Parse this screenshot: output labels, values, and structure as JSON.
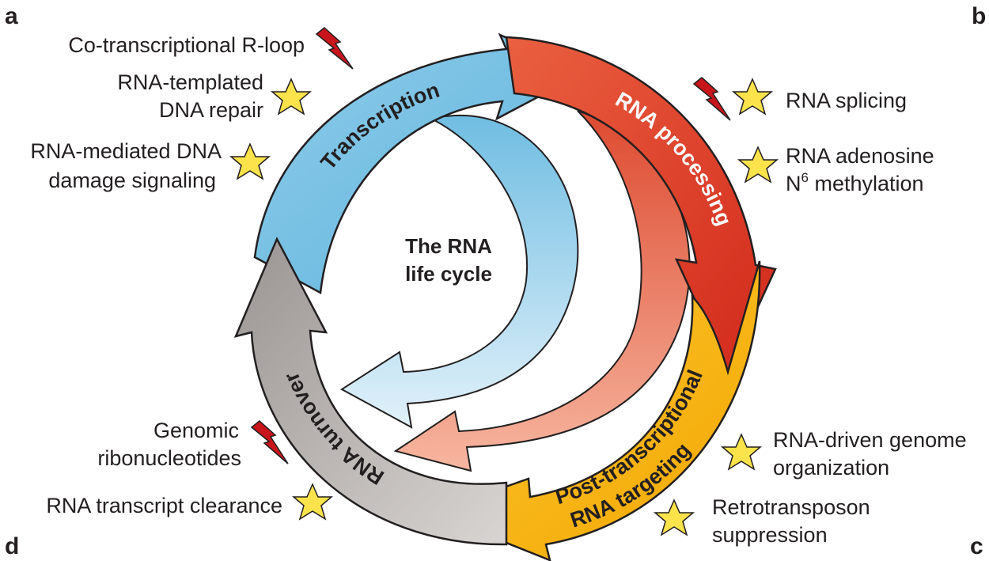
{
  "panels": {
    "a": "a",
    "b": "b",
    "c": "c",
    "d": "d"
  },
  "center_title": [
    "The RNA",
    "life cycle"
  ],
  "stages": {
    "transcription": "Transcription",
    "processing": "RNA processing",
    "targeting": [
      "Post-transcriptional",
      "RNA targeting"
    ],
    "turnover": "RNA turnover"
  },
  "annotations": {
    "a": [
      {
        "icon": "lightning-icon",
        "lines": [
          "Co-transcriptional R-loop"
        ]
      },
      {
        "icon": "star-icon",
        "lines": [
          "RNA-templated",
          "DNA repair"
        ]
      },
      {
        "icon": "star-icon",
        "lines": [
          "RNA-mediated DNA",
          "damage signaling"
        ]
      }
    ],
    "b": [
      {
        "icon": "lightning-icon",
        "lines": []
      },
      {
        "icon": "star-icon",
        "lines": [
          "RNA splicing"
        ]
      },
      {
        "icon": "star-icon",
        "lines": [
          "RNA adenosine"
        ],
        "line2_prefix": "N",
        "line2_sup": "6",
        "line2_suffix": " methylation"
      }
    ],
    "c": [
      {
        "icon": "star-icon",
        "lines": [
          "RNA-driven genome",
          "organization"
        ]
      },
      {
        "icon": "star-icon",
        "lines": [
          "Retrotransposon",
          "suppression"
        ]
      }
    ],
    "d": [
      {
        "icon": "lightning-icon",
        "lines": [
          "Genomic",
          "ribonucleotides"
        ]
      },
      {
        "icon": "star-icon",
        "lines": [
          "RNA transcript clearance"
        ]
      }
    ]
  },
  "colors": {
    "transcription": "#6bbbe0",
    "processing": "#d9331f",
    "targeting": "#f7b500",
    "turnover": "#a09a98",
    "star_fill": "#fce34b",
    "lightning": "#c8151b"
  }
}
